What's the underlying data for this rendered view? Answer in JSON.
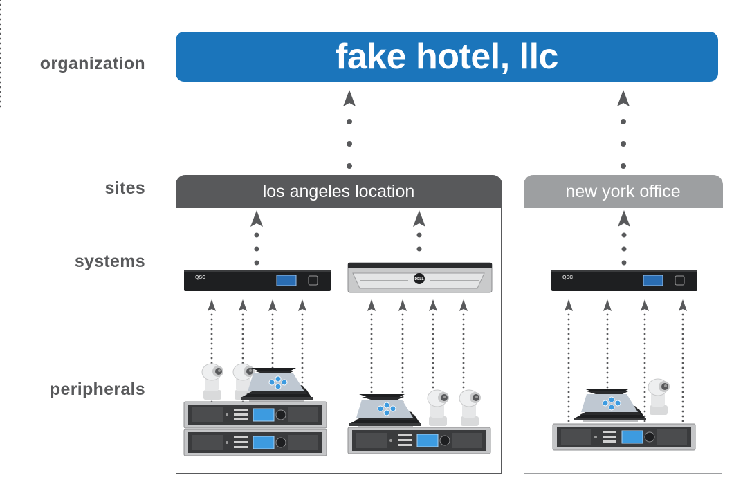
{
  "tiers": {
    "organization": "organization",
    "sites": "sites",
    "systems": "systems",
    "peripherals": "peripherals"
  },
  "organization": {
    "name": "fake hotel, llc"
  },
  "sites": [
    {
      "name": "los angeles location"
    },
    {
      "name": "new york office"
    }
  ],
  "devices": {
    "core_brand": "QSC",
    "server_brand": "DELL"
  },
  "colors": {
    "org_blue": "#1b75bb",
    "site_primary": "#58595b",
    "site_secondary": "#9d9fa1",
    "arrow": "#58595b"
  }
}
